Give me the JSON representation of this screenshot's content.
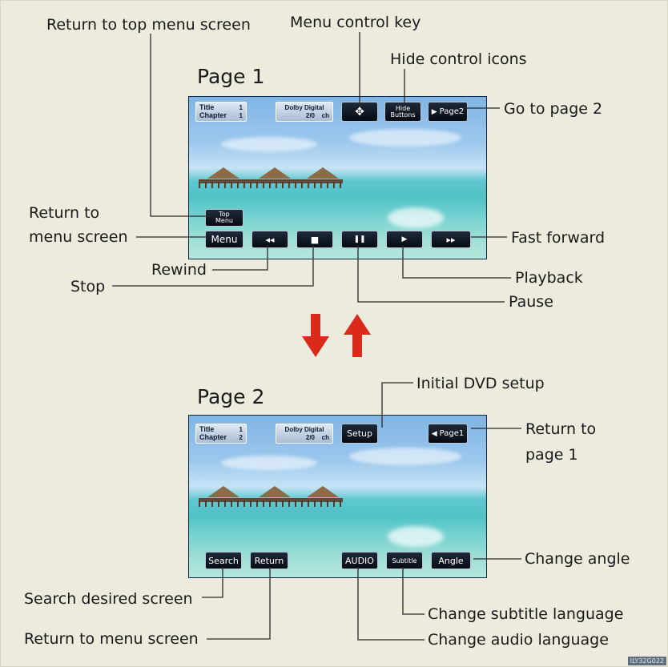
{
  "page1": {
    "title": "Page 1",
    "title_button": {
      "line1": "Title",
      "line2": "Chapter",
      "title_num": "1",
      "chapter_num": "1"
    },
    "audio_button": {
      "line1": "Dolby Digital",
      "value": "2/0",
      "unit": "ch"
    },
    "menu_control_icon": "dpad-icon",
    "hide_buttons_label": {
      "line1": "Hide",
      "line2": "Buttons"
    },
    "next_page_label": "Page2",
    "top_menu_label": {
      "line1": "Top",
      "line2": "Menu"
    },
    "menu_label": "Menu",
    "controls": [
      {
        "name": "rewind",
        "icon": "rewind-icon",
        "glyph": "◂◂"
      },
      {
        "name": "stop",
        "icon": "stop-icon",
        "glyph": "■"
      },
      {
        "name": "pause",
        "icon": "pause-icon",
        "glyph": "❚❚"
      },
      {
        "name": "play",
        "icon": "play-icon",
        "glyph": "▶"
      },
      {
        "name": "fast-forward",
        "icon": "fast-forward-icon",
        "glyph": "▸▸"
      }
    ]
  },
  "page2": {
    "title": "Page 2",
    "title_button": {
      "line1": "Title",
      "line2": "Chapter",
      "title_num": "1",
      "chapter_num": "2"
    },
    "audio_button": {
      "line1": "Dolby Digital",
      "value": "2/0",
      "unit": "ch"
    },
    "setup_label": "Setup",
    "prev_page_label": "Page1",
    "search_label": "Search",
    "return_label": "Return",
    "audio_label": "AUDIO",
    "subtitle_label": "Subtitle",
    "angle_label": "Angle"
  },
  "callouts": {
    "return_top_menu": "Return to top menu screen",
    "menu_control_key": "Menu control key",
    "hide_control_icons": "Hide control icons",
    "go_to_page_2": "Go to page 2",
    "return_to_line1": "Return to",
    "menu_screen": "menu screen",
    "fast_forward": "Fast forward",
    "rewind": "Rewind",
    "stop": "Stop",
    "playback": "Playback",
    "pause": "Pause",
    "initial_dvd_setup": "Initial DVD setup",
    "return_to_page1_line1": "Return to",
    "return_to_page1_line2": "page 1",
    "change_angle": "Change angle",
    "search_desired_screen": "Search desired screen",
    "return_to_menu_screen": "Return to menu screen",
    "change_subtitle_language": "Change subtitle language",
    "change_audio_language": "Change audio language"
  },
  "arrows": {
    "down_color": "#d92a1c",
    "up_color": "#d92a1c"
  },
  "figure_code": "ILY32G022"
}
